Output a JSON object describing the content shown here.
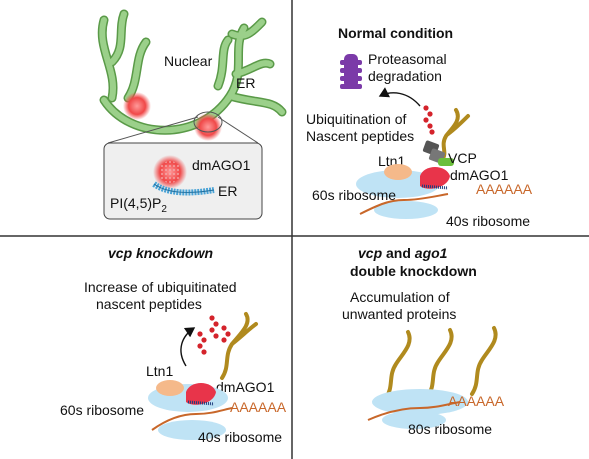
{
  "colors": {
    "er_membrane": "#9bd08a",
    "er_outline": "#5a9a48",
    "granule": "#f04848",
    "ribosome": "#bfe3f5",
    "ltn1": "#f5b98a",
    "dmago1": "#e8344a",
    "vcp": "#555555",
    "ubiquitin": "#d4232b",
    "proteasome": "#7b3aa8",
    "peptide": "#b08a1e",
    "mrna": "#c8672a",
    "pip2": "#4aa3d6",
    "inset_bg": "#efefef",
    "divider": "#333333"
  },
  "panels": {
    "top_left": {
      "nuclear_label": "Nuclear",
      "er_label": "ER",
      "inset": {
        "dmago1_label": "dmAGO1",
        "pip2_label": "PI(4,5)P",
        "pip2_subscript": "2",
        "er_label": "ER"
      }
    },
    "top_right": {
      "title": "Normal condition",
      "proteasomal_label": [
        "Proteasomal",
        "degradation"
      ],
      "ubiquitination_label": [
        "Ubiquitination of",
        "Nascent peptides"
      ],
      "ltn1_label": "Ltn1",
      "vcp_label": "VCP",
      "dmago1_label": "dmAGO1",
      "polya_label": "AAAAAA",
      "ribosome60_label": "60s ribosome",
      "ribosome40_label": "40s ribosome"
    },
    "bottom_left": {
      "title": "vcp knockdown",
      "caption": [
        "Increase of ubiquitinated",
        "nascent peptides"
      ],
      "ltn1_label": "Ltn1",
      "dmago1_label": "dmAGO1",
      "polya_label": "AAAAAA",
      "ribosome60_label": "60s ribosome",
      "ribosome40_label": "40s ribosome"
    },
    "bottom_right": {
      "title_vcp": "vcp",
      "title_and": " and ",
      "title_ago1": "ago1",
      "title_line2": "double knockdown",
      "caption": [
        "Accumulation of",
        "unwanted proteins"
      ],
      "polya_label": "AAAAAA",
      "ribosome80_label": "80s ribosome"
    }
  }
}
